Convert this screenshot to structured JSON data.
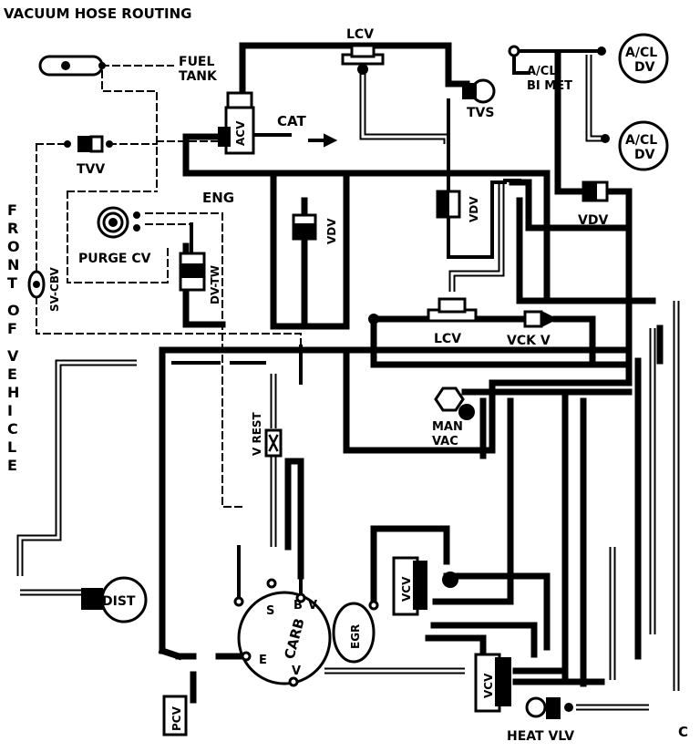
{
  "diagram": {
    "title": "VACUUM HOSE ROUTING",
    "front_label": [
      "F",
      "R",
      "O",
      "N",
      "T"
    ],
    "of_label": [
      "O",
      "F"
    ],
    "vehicle_label": [
      "V",
      "E",
      "H",
      "I",
      "C",
      "L",
      "E"
    ],
    "corner_letter": "C"
  },
  "labels": {
    "fuel": "FUEL",
    "tank": "TANK",
    "acv": "ACV",
    "cat": "CAT",
    "eng": "ENG",
    "tvv": "TVV",
    "purge_cv": "PURGE CV",
    "dv_tw": "DV-TW",
    "sv_cbv": "SV-CBV",
    "lcv_top": "LCV",
    "tvs": "TVS",
    "vdv_mid": "VDV",
    "vdv_center": "VDV",
    "vdv_right": "VDV",
    "acl_bimet_1": "A/CL",
    "acl_bimet_2": "BI MET",
    "acl_dv1_1": "A/CL",
    "acl_dv1_2": "DV",
    "acl_dv2_1": "A/CL",
    "acl_dv2_2": "DV",
    "lcv_lower": "LCV",
    "vckv": "VCK V",
    "man": "MAN",
    "vac": "VAC",
    "v_rest": "V REST",
    "dist": "DIST",
    "carb": "CARB",
    "port_s": "S",
    "port_b": "B",
    "port_v": "V",
    "port_e": "E",
    "egr": "EGR",
    "vcv_upper": "VCV",
    "vcv_lower": "VCV",
    "pcv": "PCV",
    "heat_vlv": "HEAT VLV"
  }
}
